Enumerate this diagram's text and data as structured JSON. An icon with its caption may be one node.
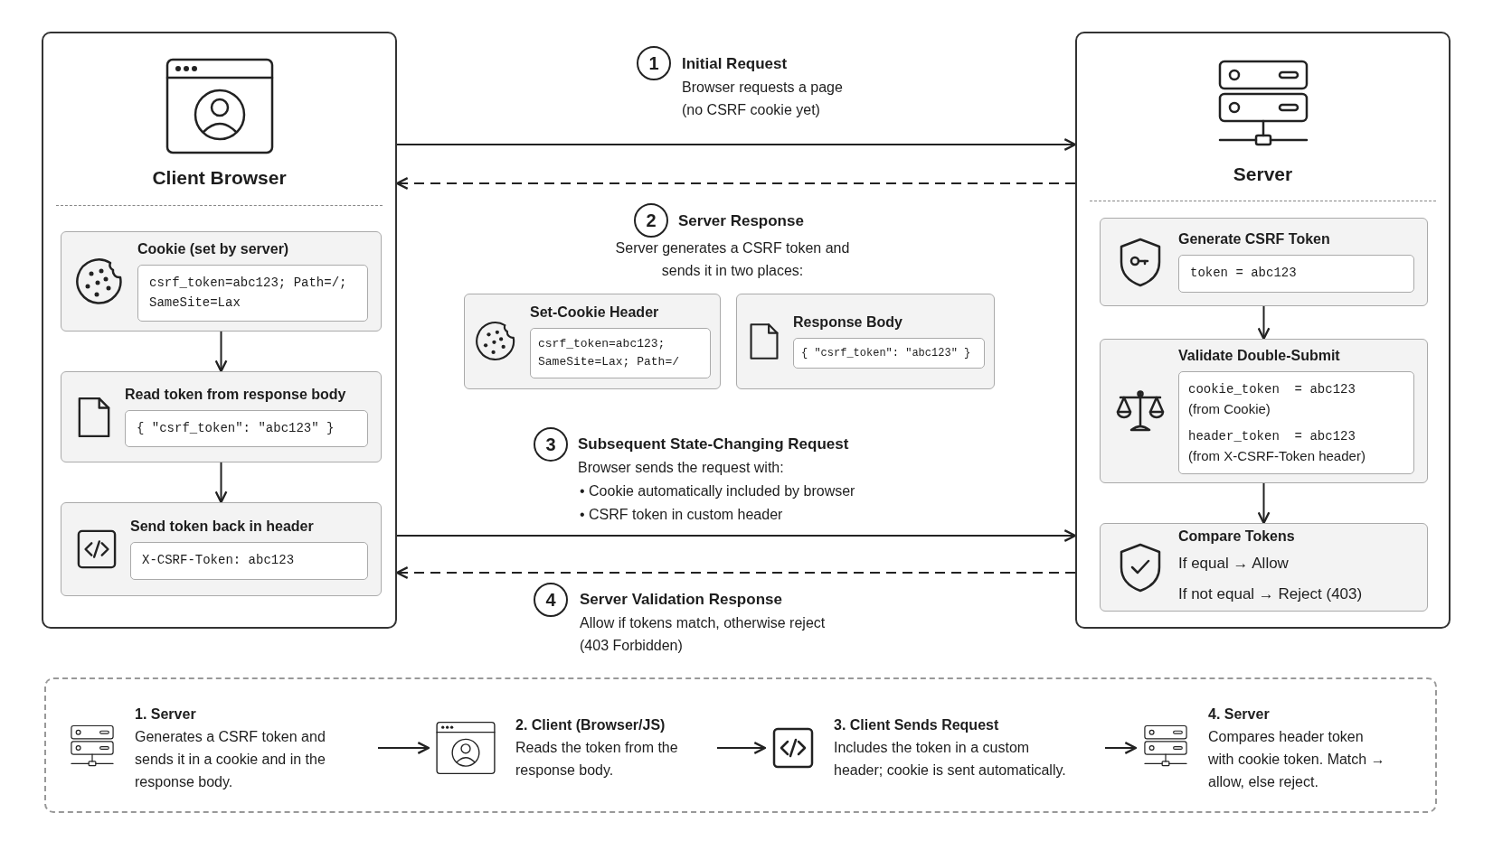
{
  "diagram": {
    "nodes": [
      {
        "text": [
          "Client Browser"
        ]
      },
      {
        "text": [
          "Cookie (set by server)",
          "csrf_token=abc123; Path=/; SameSite=Lax"
        ],
        "in": 0
      },
      {
        "text": [
          "Read token from response body",
          "{ \"csrf_token\": \"abc123\" }"
        ],
        "in": 0
      },
      {
        "text": [
          "Send token back in header",
          "X-CSRF-Token: abc123"
        ],
        "in": 0
      },
      {
        "text": [
          "Server"
        ]
      },
      {
        "text": [
          "Generate CSRF Token",
          "token = abc123"
        ],
        "in": 4
      },
      {
        "text": [
          "Validate Double-Submit",
          "cookie_token  = abc123",
          "(from Cookie)",
          "header_token  = abc123",
          "(from X-CSRF-Token header)"
        ],
        "in": 4
      },
      {
        "text": [
          "Compare Tokens",
          "If equal → Allow",
          "If not equal → Reject (403)"
        ],
        "in": 4
      },
      {
        "text": [
          "Set-Cookie Header",
          "csrf_token=abc123; SameSite=Lax; Path=/"
        ]
      },
      {
        "text": [
          "Response Body",
          "{ \"csrf_token\": \"abc123\" }"
        ]
      },
      {
        "text": [],
        "shape": "box"
      },
      {
        "text": [
          "1. Server",
          "Generates a CSRF token and sends it in a cookie and in the response body."
        ],
        "in": 10
      },
      {
        "text": [
          "2. Client (Browser/JS)",
          "Reads the token from the response body."
        ],
        "in": 10
      },
      {
        "text": [
          "3. Client Sends Request",
          "Includes the token in a custom header; cookie is sent automatically."
        ],
        "in": 10
      },
      {
        "text": [
          "4. Server",
          "Compares header token with cookie token. Match → allow, else reject."
        ],
        "in": 10
      }
    ],
    "edges": [
      {
        "from": 0,
        "to": 4,
        "arrow": "to"
      },
      {
        "from": 4,
        "to": 0,
        "arrow": "to",
        "style": "dashed"
      },
      {
        "from": 0,
        "to": 4,
        "arrow": "to"
      },
      {
        "from": 4,
        "to": 0,
        "arrow": "to",
        "style": "dashed"
      },
      {
        "from": 1,
        "to": 2,
        "arrow": "to"
      },
      {
        "from": 2,
        "to": 3,
        "arrow": "to"
      },
      {
        "from": 5,
        "to": 6,
        "arrow": "to"
      },
      {
        "from": 6,
        "to": 7,
        "arrow": "to"
      },
      {
        "from": 11,
        "to": 12,
        "arrow": "to"
      },
      {
        "from": 12,
        "to": 13,
        "arrow": "to"
      },
      {
        "from": 13,
        "to": 14,
        "arrow": "to"
      }
    ],
    "labels": [
      "1",
      "Initial Request",
      "Browser requests a page (no CSRF cookie yet)",
      "2",
      "Server Response",
      "Server generates a CSRF token and sends it in two places:",
      "3",
      "Subsequent State-Changing Request",
      "Browser sends the request with:",
      "• Cookie automatically included by browser",
      "• CSRF token in custom header",
      "4",
      "Server Validation Response",
      "Allow if tokens match, otherwise reject (403 Forbidden)"
    ]
  }
}
